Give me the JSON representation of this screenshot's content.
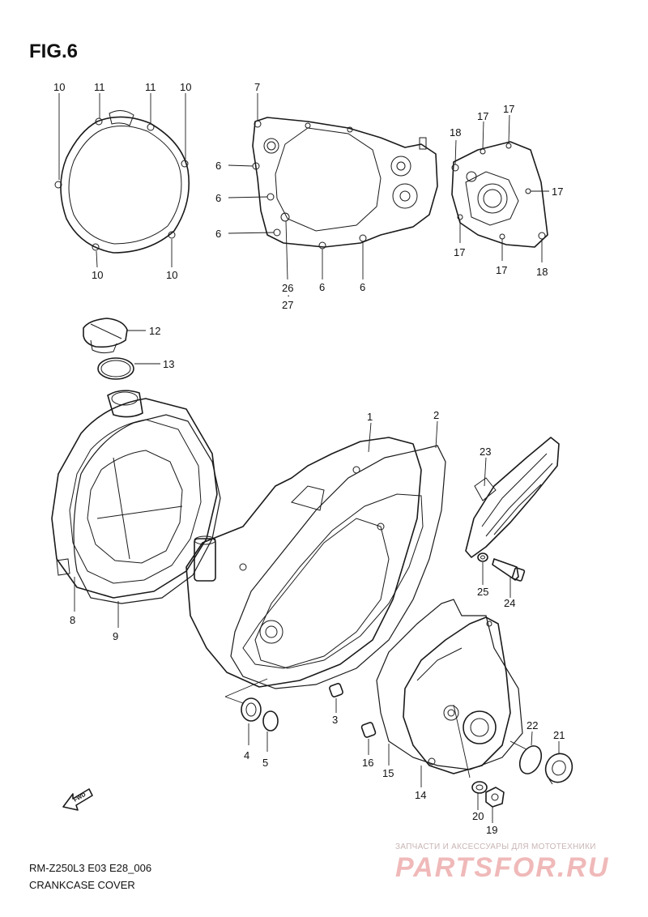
{
  "figure": {
    "title": "FIG.6",
    "model_code": "RM-Z250L3 E03 E28_006",
    "caption": "CRANKCASE COVER",
    "fwd_label": "FWD"
  },
  "watermark": {
    "top_text": "ЗАПЧАСТИ И АКСЕССУАРЫ ДЛЯ МОТОТЕХНИКИ",
    "logo_text": "PARTSFOR.RU"
  },
  "callouts": {
    "c10a": "10",
    "c11a": "11",
    "c11b": "11",
    "c10b": "10",
    "c10c": "10",
    "c10d": "10",
    "c7": "7",
    "c6a": "6",
    "c6b": "6",
    "c6c": "6",
    "c2627": "26\n·\n27",
    "c26": "26",
    "c27": "27",
    "c6d": "6",
    "c6e": "6",
    "c18a": "18",
    "c17a": "17",
    "c17b": "17",
    "c17c": "17",
    "c17d": "17",
    "c17e": "17",
    "c18b": "18",
    "c12": "12",
    "c13": "13",
    "c1": "1",
    "c2": "2",
    "c23": "23",
    "c8": "8",
    "c9": "9",
    "c25": "25",
    "c24": "24",
    "c3": "3",
    "c4": "4",
    "c5": "5",
    "c16": "16",
    "c15": "15",
    "c14": "14",
    "c22": "22",
    "c21": "21",
    "c20": "20",
    "c19": "19"
  }
}
